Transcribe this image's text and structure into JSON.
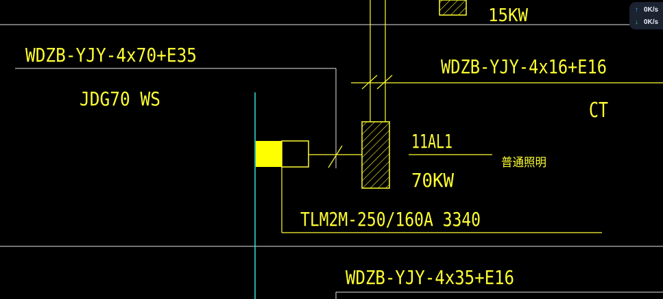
{
  "cad": {
    "labels": {
      "cable_main": "WDZB-YJY-4x70+E35",
      "conduit": "JDG70 WS",
      "power_top": "15KW",
      "cable_top_right": "WDZB-YJY-4x16+E16",
      "ct": "CT",
      "panel_id": "11AL1",
      "lighting": "普通照明",
      "panel_power": "70KW",
      "breaker": "TLM2M-250/160A 3340",
      "cable_bottom": "WDZB-YJY-4x35+E16"
    },
    "colors": {
      "background": "#000000",
      "line_white": "#e6e6e6",
      "line_yellow": "#ffff33",
      "line_cyan": "#33e0e0",
      "fill_yellow": "#ffff00"
    }
  },
  "net_widget": {
    "upload": "0K/s",
    "download": "0K/s",
    "upload_icon": "arrow-up-icon",
    "download_icon": "arrow-down-icon"
  }
}
